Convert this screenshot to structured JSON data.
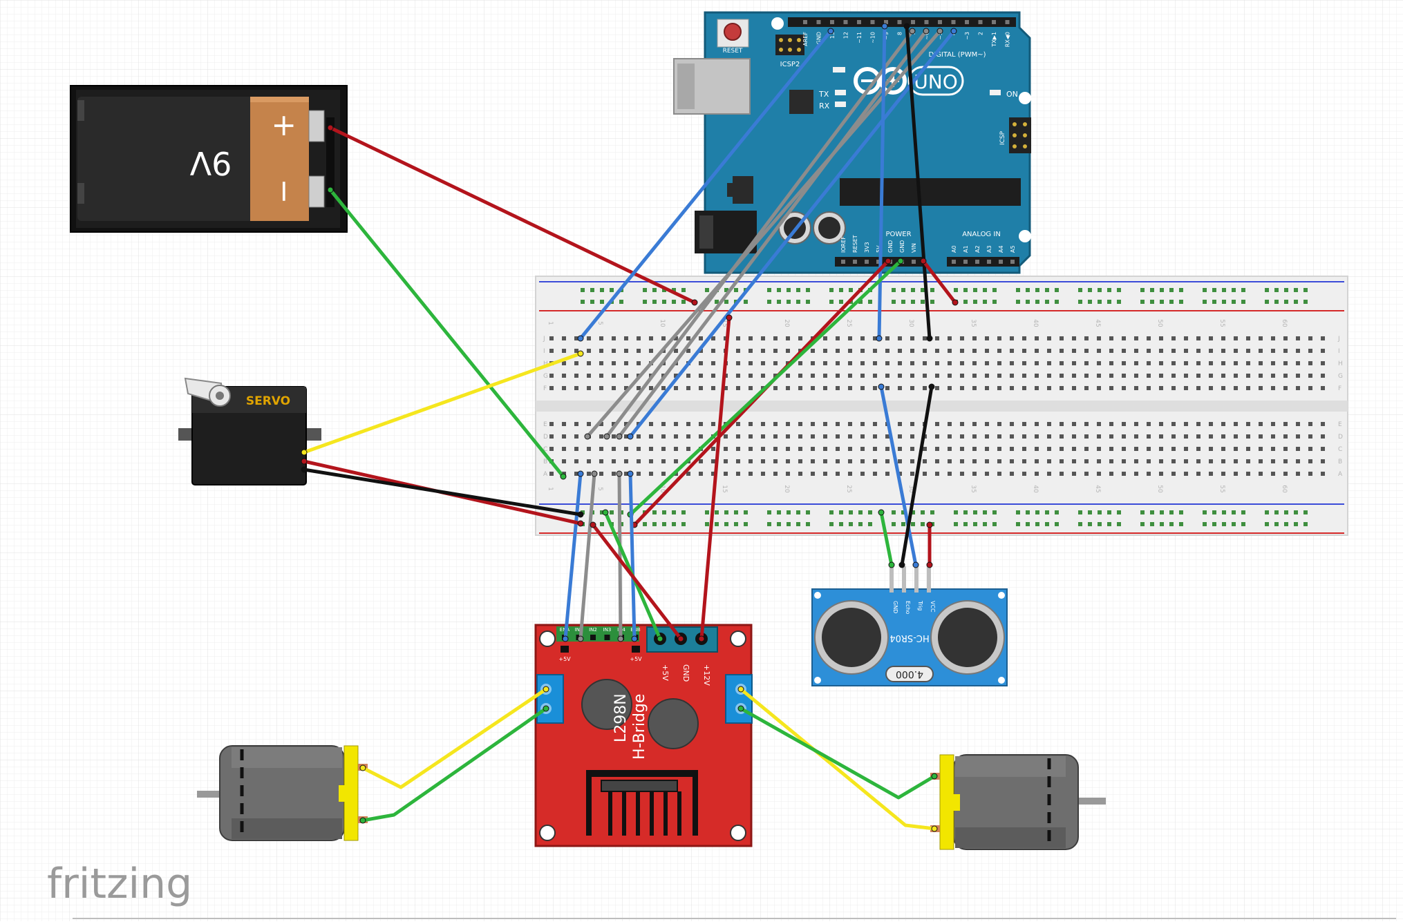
{
  "battery": {
    "voltage_label": "9V",
    "plus_label": "+",
    "minus_label": "−"
  },
  "arduino": {
    "reset_label": "RESET",
    "icsp2_label": "ICSP2",
    "icsp_label": "ICSP",
    "logo_text": "UNO",
    "on_label": "ON",
    "tx_label": "TX",
    "rx_label": "RX",
    "digital_label": "DIGITAL (PWM~)",
    "power_label": "POWER",
    "analog_label": "ANALOG IN",
    "top_pins": [
      "AREF",
      "GND",
      "13",
      "12",
      "~11",
      "~10",
      "~9",
      "8",
      "7",
      "~6",
      "~5",
      "4",
      "~3",
      "2",
      "TX▶1",
      "RX◀0"
    ],
    "power_pins": [
      "IOREF",
      "RESET",
      "3V3",
      "5V",
      "GND",
      "GND",
      "VIN"
    ],
    "analog_pins": [
      "A0",
      "A1",
      "A2",
      "A3",
      "A4",
      "A5"
    ]
  },
  "breadboard": {
    "column_numbers": [
      "1",
      "5",
      "10",
      "15",
      "20",
      "25",
      "30",
      "35",
      "40",
      "45",
      "50",
      "55",
      "60"
    ],
    "row_letters_top": [
      "J",
      "I",
      "H",
      "G",
      "F"
    ],
    "row_letters_bottom": [
      "E",
      "D",
      "C",
      "B",
      "A"
    ]
  },
  "servo": {
    "label": "SERVO"
  },
  "hbridge": {
    "model": "L298N",
    "subtitle": "H-Bridge",
    "pin_labels": [
      "ENA",
      "IN1",
      "IN2",
      "IN3",
      "IN4",
      "ENB"
    ],
    "left_jumper_label": "+5V",
    "right_jumper_label": "+5V",
    "power_labels": [
      "+5V",
      "GND",
      "+12V"
    ]
  },
  "sensor": {
    "model": "HC-SR04",
    "pin_labels": [
      "GND",
      "Echo",
      "Trig",
      "VCC"
    ],
    "crystal_label": "4.000"
  },
  "brand": {
    "logo": "fritzing"
  },
  "colors": {
    "wire_red": "#b3141c",
    "wire_green": "#2db53c",
    "wire_blue": "#3a7bd5",
    "wire_gray": "#8c8c8c",
    "wire_black": "#111111",
    "wire_yellow": "#f5e61e",
    "arduino_blue": "#1f7fa8",
    "hbridge_red": "#d62b28",
    "sensor_blue": "#2d8fd8",
    "motor_yellow": "#f2e600"
  }
}
